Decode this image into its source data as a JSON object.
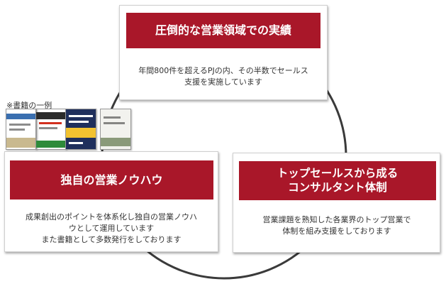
{
  "cards": {
    "top": {
      "title": "圧倒的な営業領域での実績",
      "description": "年間800件を超えるPJの内、その半数でセールス\n支援を実施しています"
    },
    "left": {
      "title": "独自の営業ノウハウ",
      "description": "成果創出のポイントを体系化し独自の営業ノウハ\nウとして運用しています\nまた書籍として多数発行をしております"
    },
    "right": {
      "title": "トップセールスから成る\nコンサルタント体制",
      "description": "営業課題を熟知した各業界のトップ営業で\n体制を組み支援をしております"
    }
  },
  "books": {
    "caption": "※書籍の一例",
    "covers": [
      {
        "icon": "book-cover-1",
        "color": "#e9e4d8",
        "accent": "#3a6fb0"
      },
      {
        "icon": "book-cover-2",
        "color": "#f4f1ea",
        "accent": "#2e8b3a"
      },
      {
        "icon": "book-cover-3",
        "color": "#1f2f5c",
        "accent": "#f2c230"
      },
      {
        "icon": "book-cover-4",
        "color": "#f2f2ee",
        "accent": "#8a9a7a"
      }
    ]
  },
  "colors": {
    "accent": "#a91729",
    "ring": "#3a3a3a"
  }
}
